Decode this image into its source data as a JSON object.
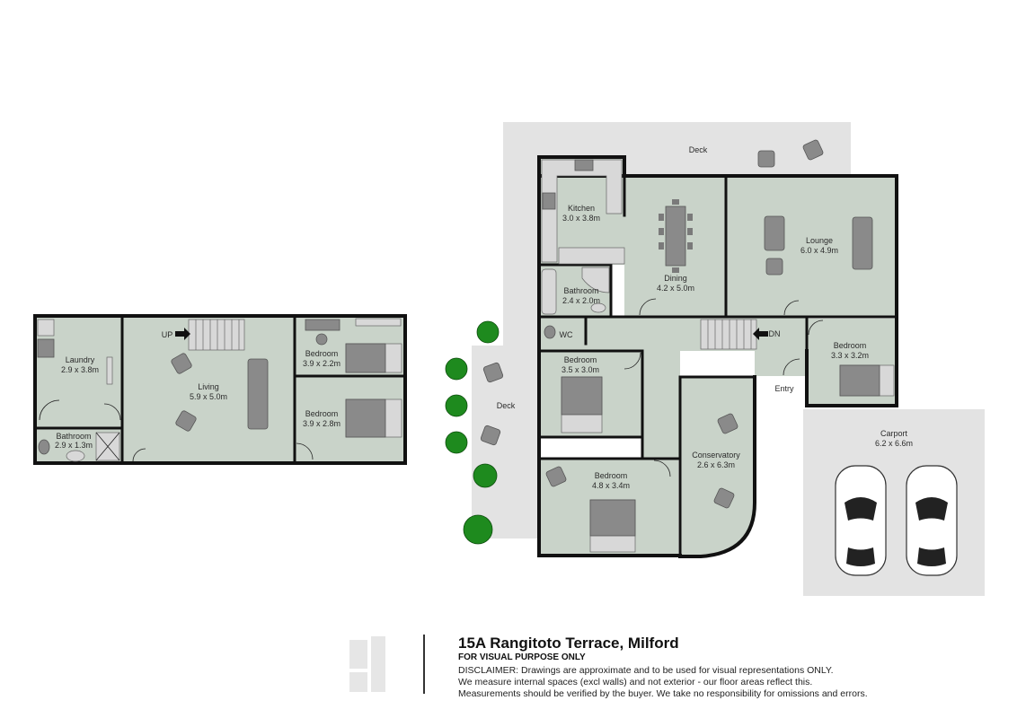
{
  "property": {
    "address": "15A Rangitoto Terrace, Milford",
    "visual_note": "FOR VISUAL PURPOSE ONLY",
    "disclaimer": [
      "DISCLAIMER:  Drawings are approximate and to be used for visual representations ONLY.",
      "We measure internal spaces (excl walls) and not exterior - our floor areas reflect this.",
      "Measurements should be verified by the buyer. We take no responsibility for omissions and errors."
    ]
  },
  "rooms": {
    "laundry": {
      "name": "Laundry",
      "size": "2.9 x 3.8m"
    },
    "bathroom_lower": {
      "name": "Bathroom",
      "size": "2.9 x 1.3m"
    },
    "living": {
      "name": "Living",
      "size": "5.9 x 5.0m"
    },
    "bedroom_lower_1": {
      "name": "Bedroom",
      "size": "3.9 x 2.2m"
    },
    "bedroom_lower_2": {
      "name": "Bedroom",
      "size": "3.9 x 2.8m"
    },
    "deck_top": {
      "name": "Deck"
    },
    "deck_side": {
      "name": "Deck"
    },
    "kitchen": {
      "name": "Kitchen",
      "size": "3.0 x 3.8m"
    },
    "dining": {
      "name": "Dining",
      "size": "4.2 x 5.0m"
    },
    "lounge": {
      "name": "Lounge",
      "size": "6.0 x 4.9m"
    },
    "bathroom_upper": {
      "name": "Bathroom",
      "size": "2.4 x 2.0m"
    },
    "wc": {
      "name": "WC"
    },
    "bedroom_upper_1": {
      "name": "Bedroom",
      "size": "3.5 x 3.0m"
    },
    "bedroom_upper_2": {
      "name": "Bedroom",
      "size": "3.3 x 3.2m"
    },
    "bedroom_upper_3": {
      "name": "Bedroom",
      "size": "4.8 x 3.4m"
    },
    "conservatory": {
      "name": "Conservatory",
      "size": "2.6 x 6.3m"
    },
    "carport": {
      "name": "Carport",
      "size": "6.2 x 6.6m"
    },
    "entry": {
      "name": "Entry"
    }
  },
  "stairs": {
    "up_label": "UP",
    "down_label": "DN"
  },
  "colors": {
    "room_fill": "#c9d3c9",
    "deck_fill": "#e3e3e3",
    "wall": "#111111",
    "plant": "#1e8a1e"
  }
}
